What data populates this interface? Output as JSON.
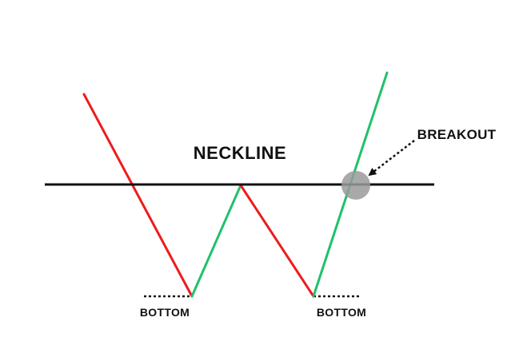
{
  "labels": {
    "neckline": "NECKLINE",
    "breakout": "BREAKOUT",
    "bottom_left": "BOTTOM",
    "bottom_right": "BOTTOM"
  },
  "colors": {
    "down_leg": "#ee1c1c",
    "up_leg": "#1fc16b",
    "neckline": "#111111",
    "support": "#111111",
    "breakout_marker": "#9a9a9a",
    "text": "#111111"
  }
}
